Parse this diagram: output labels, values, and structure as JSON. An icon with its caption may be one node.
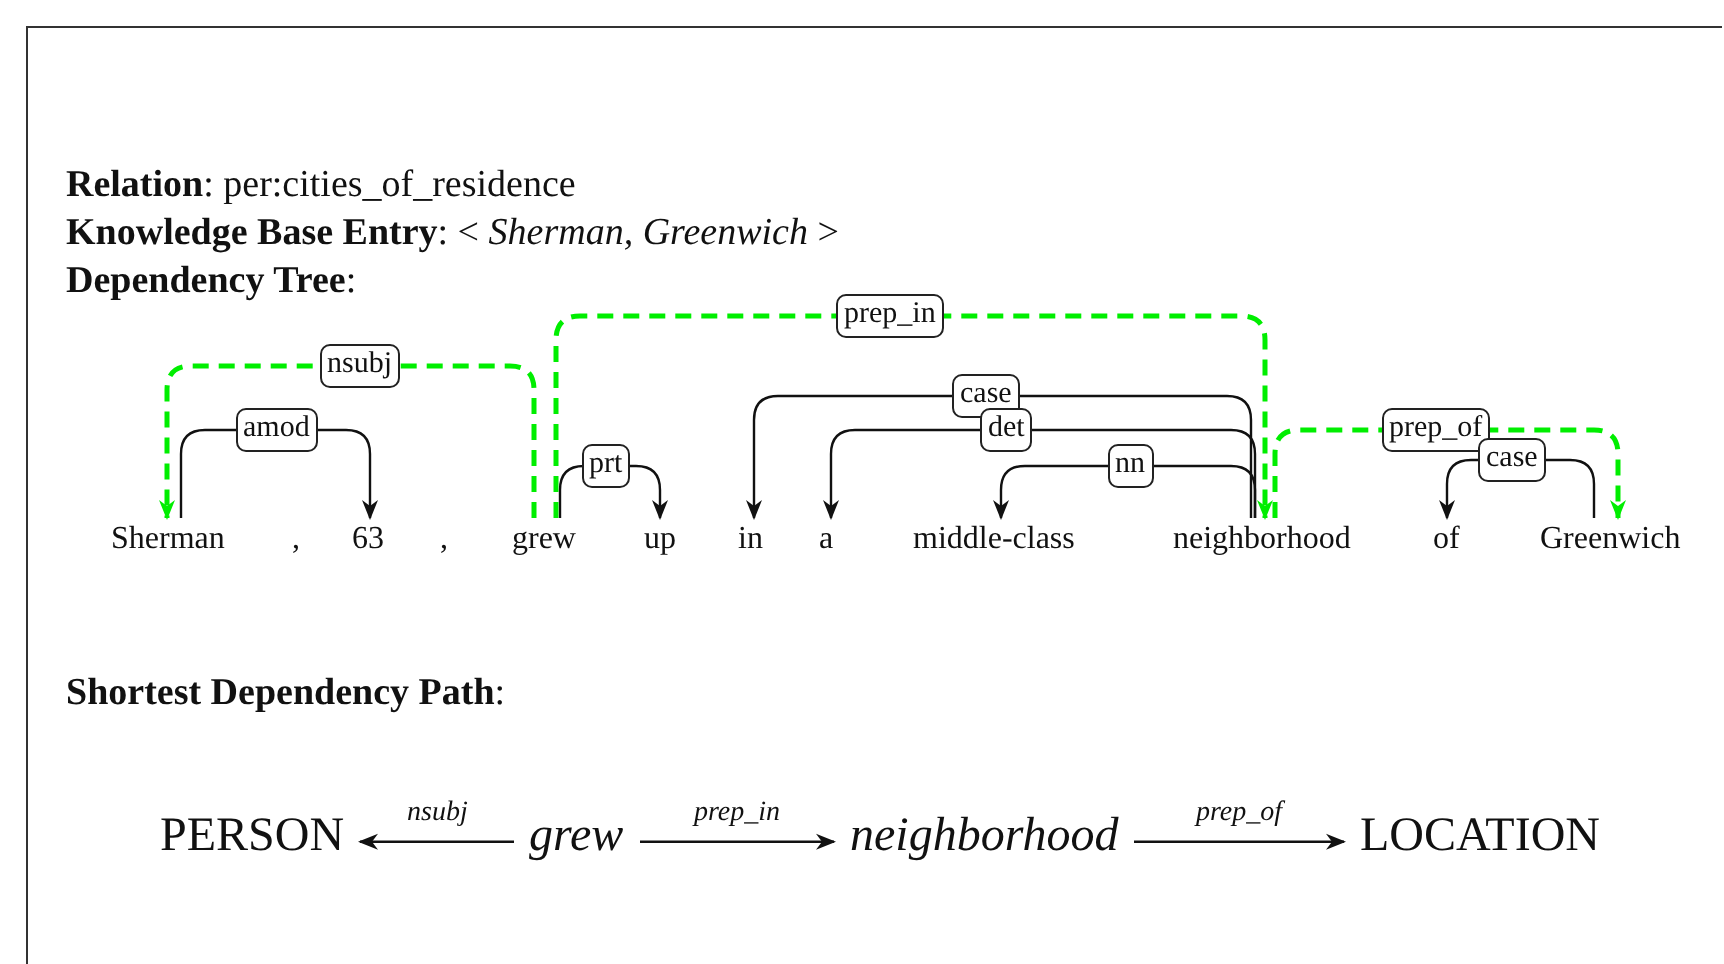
{
  "diagram": {
    "nodes": [
      {
        "text": [
          "Sherman"
        ]
      },
      {
        "text": [
          ","
        ]
      },
      {
        "text": [
          "63"
        ]
      },
      {
        "text": [
          ","
        ]
      },
      {
        "text": [
          "grew"
        ]
      },
      {
        "text": [
          "up"
        ]
      },
      {
        "text": [
          "in"
        ]
      },
      {
        "text": [
          "a"
        ]
      },
      {
        "text": [
          "middle-class"
        ]
      },
      {
        "text": [
          "neighborhood"
        ]
      },
      {
        "text": [
          "of"
        ]
      },
      {
        "text": [
          "Greenwich"
        ]
      },
      {
        "text": [
          "PERSON"
        ]
      },
      {
        "text": [
          "grew"
        ]
      },
      {
        "text": [
          "neighborhood"
        ]
      },
      {
        "text": [
          "LOCATION"
        ]
      }
    ],
    "edges": [
      {
        "from": 0,
        "to": 2,
        "arrow": "to",
        "label": "amod"
      },
      {
        "from": 4,
        "to": 0,
        "arrow": "to",
        "label": "nsubj",
        "style": "dashed",
        "color": "#00ee00"
      },
      {
        "from": 4,
        "to": 5,
        "arrow": "to",
        "label": "prt"
      },
      {
        "from": 4,
        "to": 9,
        "arrow": "to",
        "label": "prep_in",
        "style": "dashed",
        "color": "#00ee00"
      },
      {
        "from": 9,
        "to": 6,
        "arrow": "to",
        "label": "case"
      },
      {
        "from": 9,
        "to": 7,
        "arrow": "to",
        "label": "det"
      },
      {
        "from": 9,
        "to": 8,
        "arrow": "to",
        "label": "nn"
      },
      {
        "from": 9,
        "to": 11,
        "arrow": "to",
        "label": "prep_of",
        "style": "dashed",
        "color": "#00ee00"
      },
      {
        "from": 11,
        "to": 10,
        "arrow": "to",
        "label": "case"
      },
      {
        "from": 13,
        "to": 12,
        "arrow": "to",
        "label": "nsubj"
      },
      {
        "from": 13,
        "to": 14,
        "arrow": "to",
        "label": "prep_in"
      },
      {
        "from": 14,
        "to": 15,
        "arrow": "to",
        "label": "prep_of"
      }
    ],
    "labels": [
      "**Relation**: per:cities_of_residence",
      "**Knowledge Base Entry**: < *Sherman, Greenwich* >",
      "**Dependency Tree**:",
      "**Shortest Dependency Path**:"
    ]
  }
}
